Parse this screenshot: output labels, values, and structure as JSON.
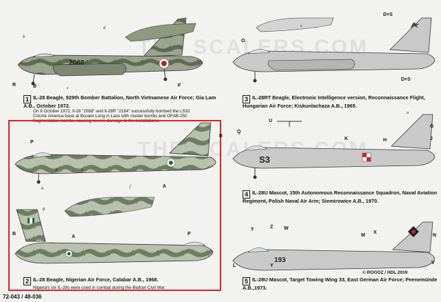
{
  "watermark": "THE SCALERS.COM",
  "panels": {
    "p1": {
      "num": "1",
      "title": "IL-28 Beagle, 929th Bomber Battalion, North Vietnamese Air Force; Gia Lam A.B., October 1972.",
      "note": "On 9 October 1972, Il-28 \"2088\" and Il-28R \"2184\" successfully bombed the LS32 CIA/Air America base at Bouam Long in Laos with cluster bombs and OFAB-250 fragmentation bombs, causing severe damage to the installations.",
      "serial": "2088",
      "labels": {
        "b": "b",
        "d": "d",
        "R": "R",
        "B": "B",
        "F": "F",
        "c": "c"
      }
    },
    "p2": {
      "num": "2",
      "title": "IL-28 Beagle, Nigerian Air Force, Calabar A.B., 1968.",
      "note": "Nigeria's six IL-28s were used in combat during the Biafran Civil War.",
      "labels": {
        "P": "P",
        "A": "A",
        "B": "B",
        "b": "b",
        "d": "d",
        "e": "e",
        "f": "f",
        "g": "g"
      }
    },
    "p3": {
      "num": "3",
      "title": "IL-28RT Beagle, Electronic Intelligence version, Reconnaissance Flight, Hungarian Air Force; Kiskunlachaza A.B., 1965.",
      "labels": {
        "DS": "D+S",
        "O": "O",
        "DS2": "D+S",
        "c": "c"
      }
    },
    "p4": {
      "num": "4",
      "title": "IL-28U Mascot, 15th Autonomous Reconnaissance Squadron, Naval Aviation Regiment, Polish Naval Air Arm; Siemirowice A.B., 1970.",
      "serial": "S3",
      "labels": {
        "Q": "Q",
        "U": "U",
        "K": "K",
        "H": "H",
        "J": "J",
        "G": "G",
        "a": "a"
      }
    },
    "p5": {
      "num": "5",
      "title": "IL-28U Mascot, Target Towing Wing 33, East German Air Force; Peenemünde A.B.,1973.",
      "serial": "193",
      "labels": {
        "T": "T",
        "Z": "Z",
        "W": "W",
        "M": "M",
        "X": "X",
        "N": "N",
        "L": "L",
        "Y": "Y",
        "V": "V"
      }
    }
  },
  "footer": {
    "left": "72-043 / 48-036",
    "right": "© ROGOZ / HDL 2019"
  },
  "colors": {
    "highlight": "#e02020",
    "grey": "#c9c9c9",
    "camoDark": "#6f7d63",
    "camoLight": "#a9b59a"
  }
}
